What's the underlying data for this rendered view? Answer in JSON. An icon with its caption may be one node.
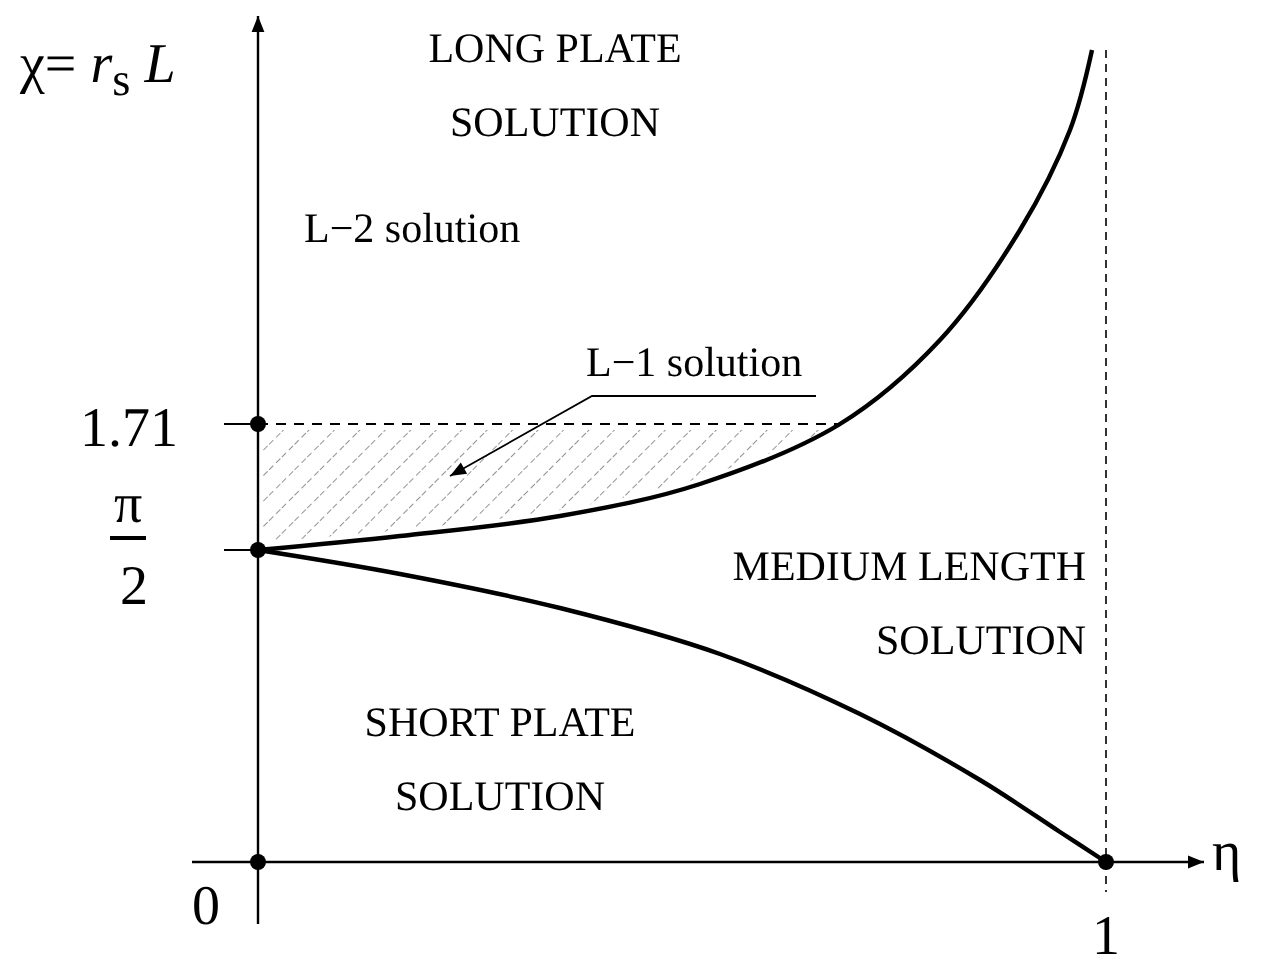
{
  "diagram": {
    "nodes": [
      {
        "text": [
          "L−1 solution"
        ]
      },
      {
        "text": [],
        "shape": "area"
      }
    ],
    "edges": [
      {
        "from": 0,
        "to": 1,
        "arrow": "to"
      }
    ],
    "labels": [
      "χ= *r*$_{s}$ *L*",
      "LONG PLATE SOLUTION",
      "L−2 solution",
      "1.71",
      "π",
      "2",
      "MEDIUM LENGTH SOLUTION",
      "SHORT PLATE SOLUTION",
      "0",
      "η",
      "1"
    ]
  }
}
